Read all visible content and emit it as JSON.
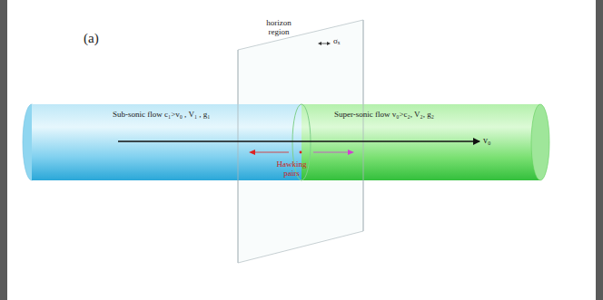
{
  "diagram": {
    "nodes": [
      {
        "text": [
          "Sub-sonic flow c₁>v₀ , V₁ , g₁"
        ]
      },
      {
        "text": [
          "Super-sonic flow v₀>c₂, V₂, g₂"
        ]
      }
    ],
    "labels": [
      "(a)",
      "horizon region",
      "σₓ",
      "v₀",
      "Hawking pairs"
    ]
  }
}
